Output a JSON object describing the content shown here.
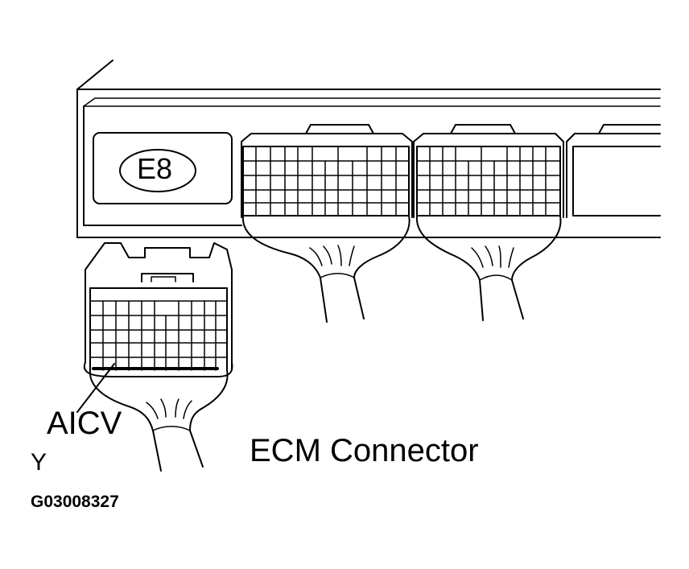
{
  "diagram": {
    "connector_code": "E8",
    "terminal_label": "AICV",
    "caption": "ECM Connector",
    "view_mark": "Y",
    "figure_id": "G03008327"
  },
  "colors": {
    "line": "#000000",
    "background": "#ffffff"
  }
}
